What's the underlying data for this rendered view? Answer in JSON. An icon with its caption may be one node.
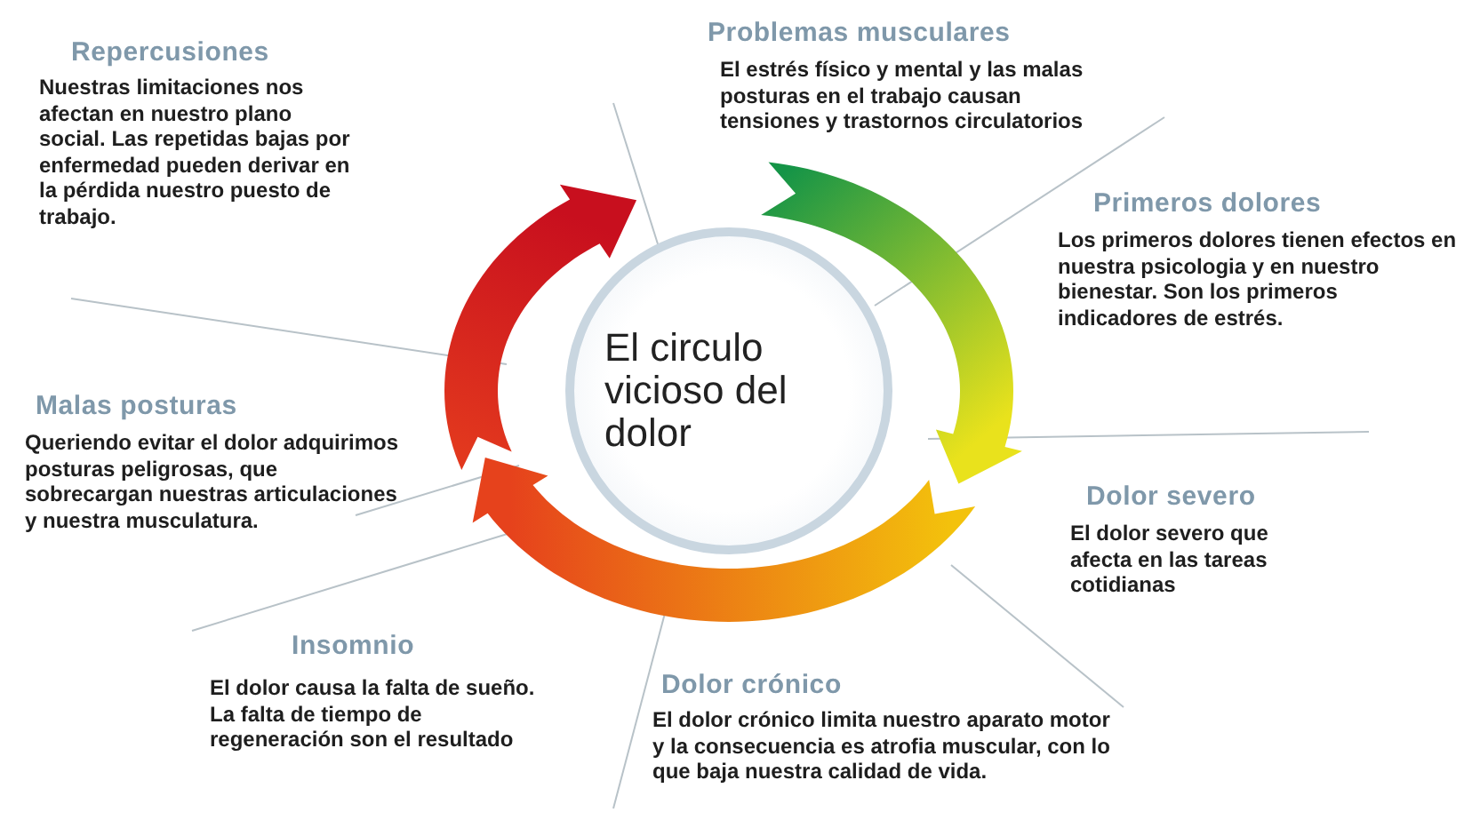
{
  "diagram": {
    "nodes": [
      {
        "text": [
          "El circulo vicioso del dolor"
        ]
      }
    ],
    "labels": [
      "Repercusiones",
      "Nuestras limitaciones nos afectan en nuestro plano social. Las repetidas bajas por enfermedad pueden derivar en la pérdida nuestro puesto de trabajo.",
      "Problemas musculares",
      "El estrés físico y mental y las malas posturas en el trabajo causan tensiones y trastornos circulatorios",
      "Primeros dolores",
      "Los primeros dolores tienen efectos en nuestra psicologia y en nuestro bienestar. Son los primeros indicadores de estrés.",
      "Malas posturas",
      "Queriendo evitar el dolor adquirimos posturas peligrosas, que sobrecargan nuestras articulaciones y nuestra musculatura.",
      "Dolor severo",
      "El dolor severo que afecta en las tareas cotidianas",
      "Insomnio",
      "El dolor causa la falta de sueño. La falta de tiempo de regeneración son el resultado",
      "Dolor crónico",
      "El dolor crónico limita nuestro aparato motor y la consecuencia es atrofia muscular, con lo que baja nuestra calidad de vida."
    ]
  }
}
